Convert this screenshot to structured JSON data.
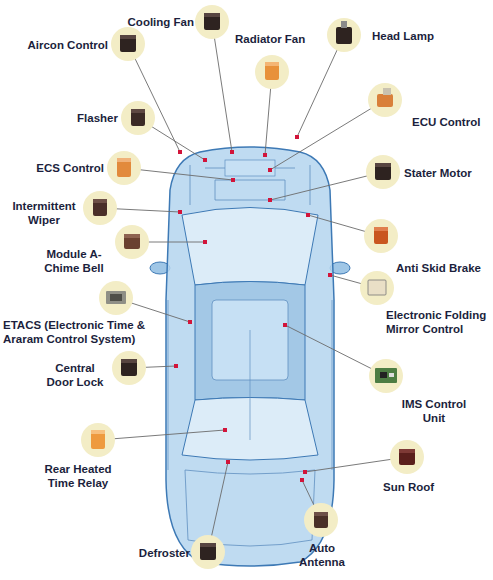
{
  "diagram": {
    "labels": [
      "Cooling Fan",
      "Aircon Control",
      "Radiator Fan",
      "Head Lamp",
      "Flasher",
      "ECU Control",
      "ECS Control",
      "Stater Motor",
      "Intermittent Wiper",
      "Module A-Chime Bell",
      "Anti Skid Brake",
      "Electronic Folding Mirror Control",
      "ETACS (Electronic Time & Araram Control System)",
      "Central Door Lock",
      "IMS Control Unit",
      "Rear Heated Time Relay",
      "Sun Roof",
      "Defroster",
      "Auto Antenna"
    ]
  }
}
